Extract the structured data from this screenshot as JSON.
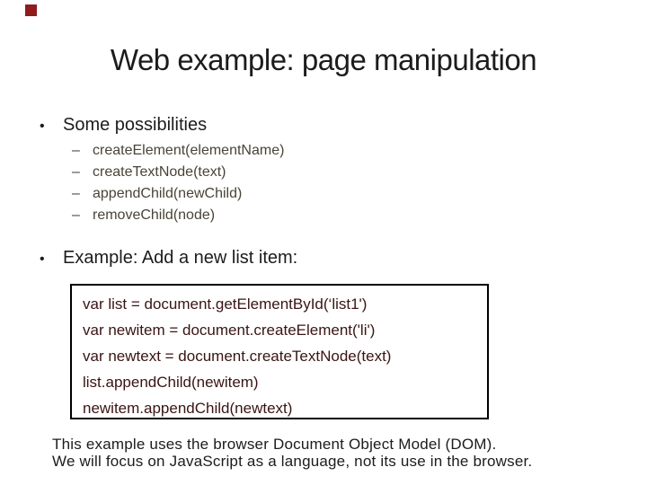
{
  "slide": {
    "title": "Web example: page manipulation",
    "markers": {
      "dot": "•",
      "dash": "–"
    },
    "bullets": {
      "possibilities_label": "Some possibilities",
      "sub_items": [
        "createElement(elementName)",
        "createTextNode(text)",
        "appendChild(newChild)",
        "removeChild(node)"
      ],
      "example_label": "Example: Add a new list item:"
    },
    "code_box": {
      "lines": [
        "var list = document.getElementById(‘list1')",
        "var newitem = document.createElement('li')",
        "var newtext = document.createTextNode(text)",
        "list.appendChild(newitem)",
        "newitem.appendChild(newtext)"
      ]
    },
    "footer": {
      "line1": "This example uses the browser Document Object Model (DOM).",
      "line2": "We will focus on JavaScript as a language, not its use in the browser."
    },
    "colors": {
      "accent_square": "#8e1c1c",
      "title_text": "#1c1c1c",
      "body_text": "#1c1c1c",
      "sub_bullet_text": "#4a4437",
      "code_text": "#3a1414",
      "code_box_border": "#000000",
      "background": "#ffffff"
    }
  }
}
